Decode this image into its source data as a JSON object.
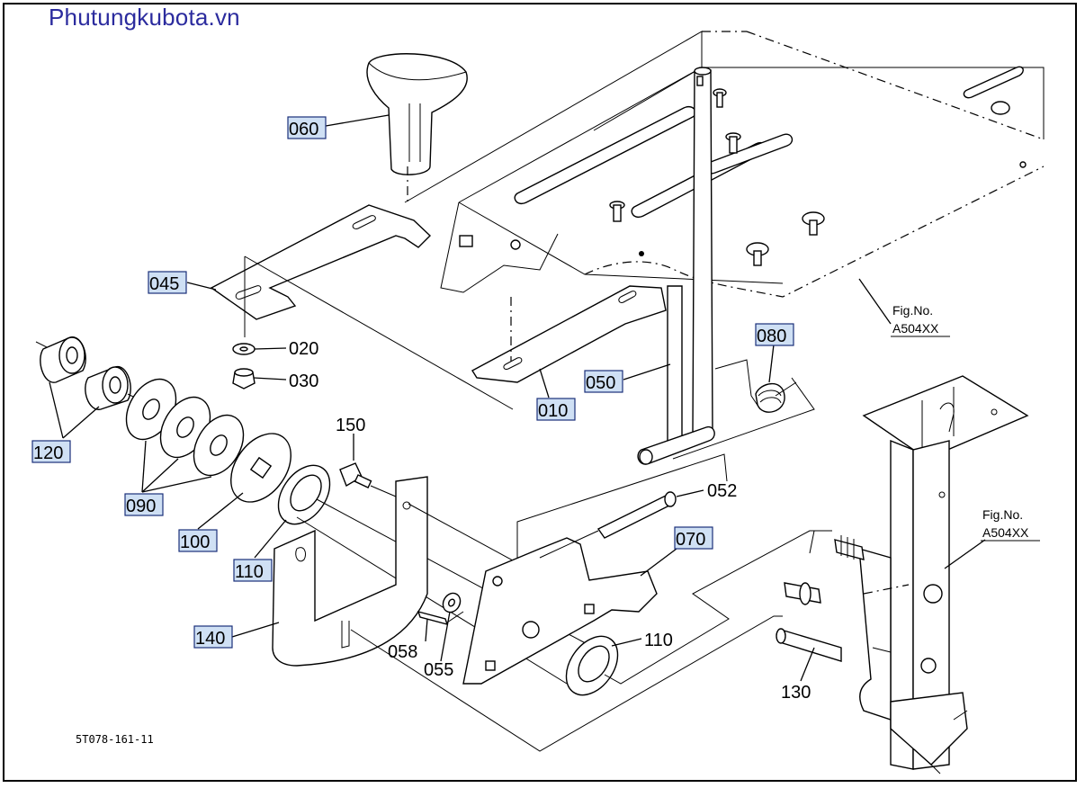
{
  "watermark": "Phutungkubota.vn",
  "drawing_code": "5T078-161-11",
  "references": [
    {
      "id": "ref-a",
      "line1": "Fig.No.",
      "line2": "A504XX"
    },
    {
      "id": "ref-b",
      "line1": "Fig.No.",
      "line2": "A504XX"
    }
  ],
  "callouts": [
    {
      "id": "060",
      "text": "060"
    },
    {
      "id": "045",
      "text": "045"
    },
    {
      "id": "020",
      "text": "020"
    },
    {
      "id": "030",
      "text": "030"
    },
    {
      "id": "010",
      "text": "010"
    },
    {
      "id": "050",
      "text": "050"
    },
    {
      "id": "080",
      "text": "080"
    },
    {
      "id": "120",
      "text": "120"
    },
    {
      "id": "090",
      "text": "090"
    },
    {
      "id": "100",
      "text": "100"
    },
    {
      "id": "110a",
      "text": "110"
    },
    {
      "id": "150",
      "text": "150"
    },
    {
      "id": "052",
      "text": "052"
    },
    {
      "id": "070",
      "text": "070"
    },
    {
      "id": "140",
      "text": "140"
    },
    {
      "id": "058",
      "text": "058"
    },
    {
      "id": "055",
      "text": "055"
    },
    {
      "id": "110b",
      "text": "110"
    },
    {
      "id": "130",
      "text": "130"
    }
  ]
}
